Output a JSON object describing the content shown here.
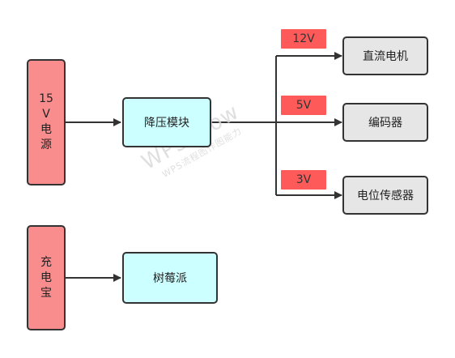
{
  "nodes": {
    "power_15v": {
      "chars": [
        "15",
        "V",
        "电",
        "源"
      ]
    },
    "buck": {
      "label": "降压模块"
    },
    "dc_motor": {
      "label": "直流电机"
    },
    "encoder": {
      "label": "编码器"
    },
    "pot_sensor": {
      "label": "电位传感器"
    },
    "powerbank": {
      "chars": [
        "充",
        "电",
        "宝"
      ]
    },
    "raspberry_pi": {
      "label": "树莓派"
    }
  },
  "edge_labels": {
    "v12": "12V",
    "v5": "5V",
    "v3": "3V"
  },
  "watermark": {
    "main": "WPS Flow",
    "sub": "WPS流程图作图能力"
  },
  "colors": {
    "source_fill": "#f98d8d",
    "module_fill": "#ccffff",
    "device_fill": "#e6e6e6",
    "voltage_tag": "#ff5a5a",
    "stroke": "#333333"
  }
}
